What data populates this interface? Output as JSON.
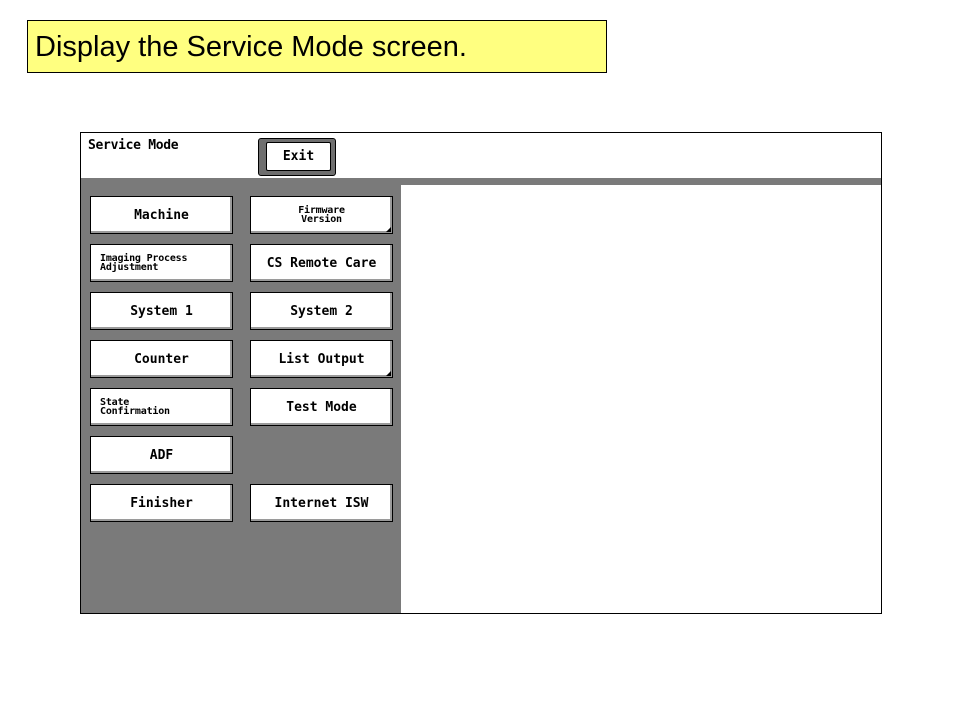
{
  "caption": "Display the Service Mode screen.",
  "header": {
    "title": "Service Mode",
    "exit_label": "Exit"
  },
  "menu": {
    "machine": "Machine",
    "firmware_line1": "Firmware",
    "firmware_line2": "Version",
    "imaging_line1": "Imaging Process",
    "imaging_line2": "Adjustment",
    "cs_remote_care": "CS Remote Care",
    "system1": "System 1",
    "system2": "System 2",
    "counter": "Counter",
    "list_output": "List Output",
    "state_line1": "State",
    "state_line2": "Confirmation",
    "test_mode": "Test Mode",
    "adf": "ADF",
    "finisher": "Finisher",
    "internet_isw": "Internet ISW"
  },
  "colors": {
    "caption_background": "#ffff80",
    "panel_gray": "#7a7a7a"
  }
}
